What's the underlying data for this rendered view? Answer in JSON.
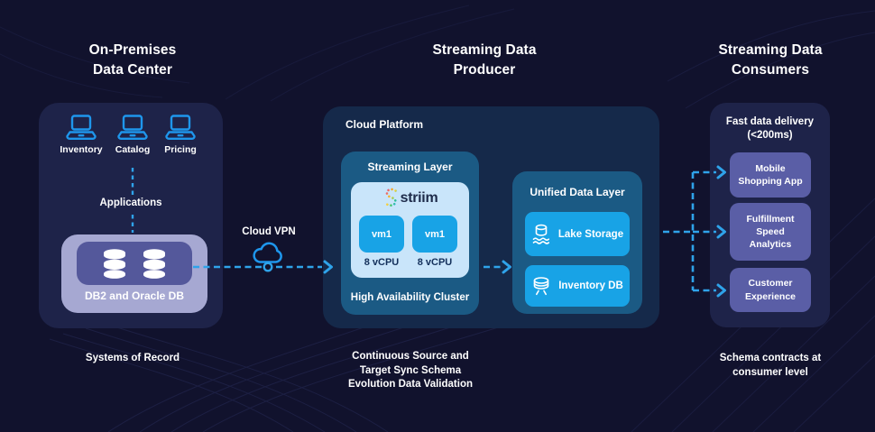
{
  "headers": {
    "left": "On-Premises\nData Center",
    "middle": "Streaming Data\nProducer",
    "right": "Streaming Data\nConsumers"
  },
  "on_prem": {
    "systems": [
      {
        "label": "Inventory"
      },
      {
        "label": "Catalog"
      },
      {
        "label": "Pricing"
      }
    ],
    "applications_label": "Applications",
    "db_group_label": "DB2 and Oracle DB",
    "caption": "Systems of Record"
  },
  "link": {
    "cloud_vpn_label": "Cloud VPN"
  },
  "producer": {
    "platform_label": "Cloud Platform",
    "streaming_layer": {
      "title": "Streaming Layer",
      "logo_text": "striim",
      "vms": [
        {
          "name": "vm1",
          "spec": "8 vCPU"
        },
        {
          "name": "vm1",
          "spec": "8 vCPU"
        }
      ],
      "footer": "High Availability Cluster"
    },
    "unified_layer": {
      "title": "Unified Data Layer",
      "items": [
        {
          "label": "Lake Storage"
        },
        {
          "label": "Inventory DB"
        }
      ]
    },
    "caption": "Continuous Source and\nTarget Sync Schema\nEvolution Data Validation"
  },
  "consumers": {
    "title": "Fast data delivery\n(<200ms)",
    "items": [
      {
        "label": "Mobile\nShopping App"
      },
      {
        "label": "Fulfillment\nSpeed\nAnalytics"
      },
      {
        "label": "Customer\nExperience"
      }
    ],
    "caption": "Schema contracts at\nconsumer level"
  },
  "colors": {
    "background": "#11122d",
    "panel": "#1e2349",
    "cloud_platform": "#15294a",
    "layer_teal": "#1b5a84",
    "light_blue": "#c9e5fa",
    "bright_blue": "#18a3e6",
    "consumer_purple": "#5a5ea6",
    "lavender": "#a6a8d2",
    "db_purple": "#54589b",
    "arrow_blue": "#2fa3ea",
    "icon_blue": "#1e96ec",
    "dark_text": "#13305b"
  }
}
